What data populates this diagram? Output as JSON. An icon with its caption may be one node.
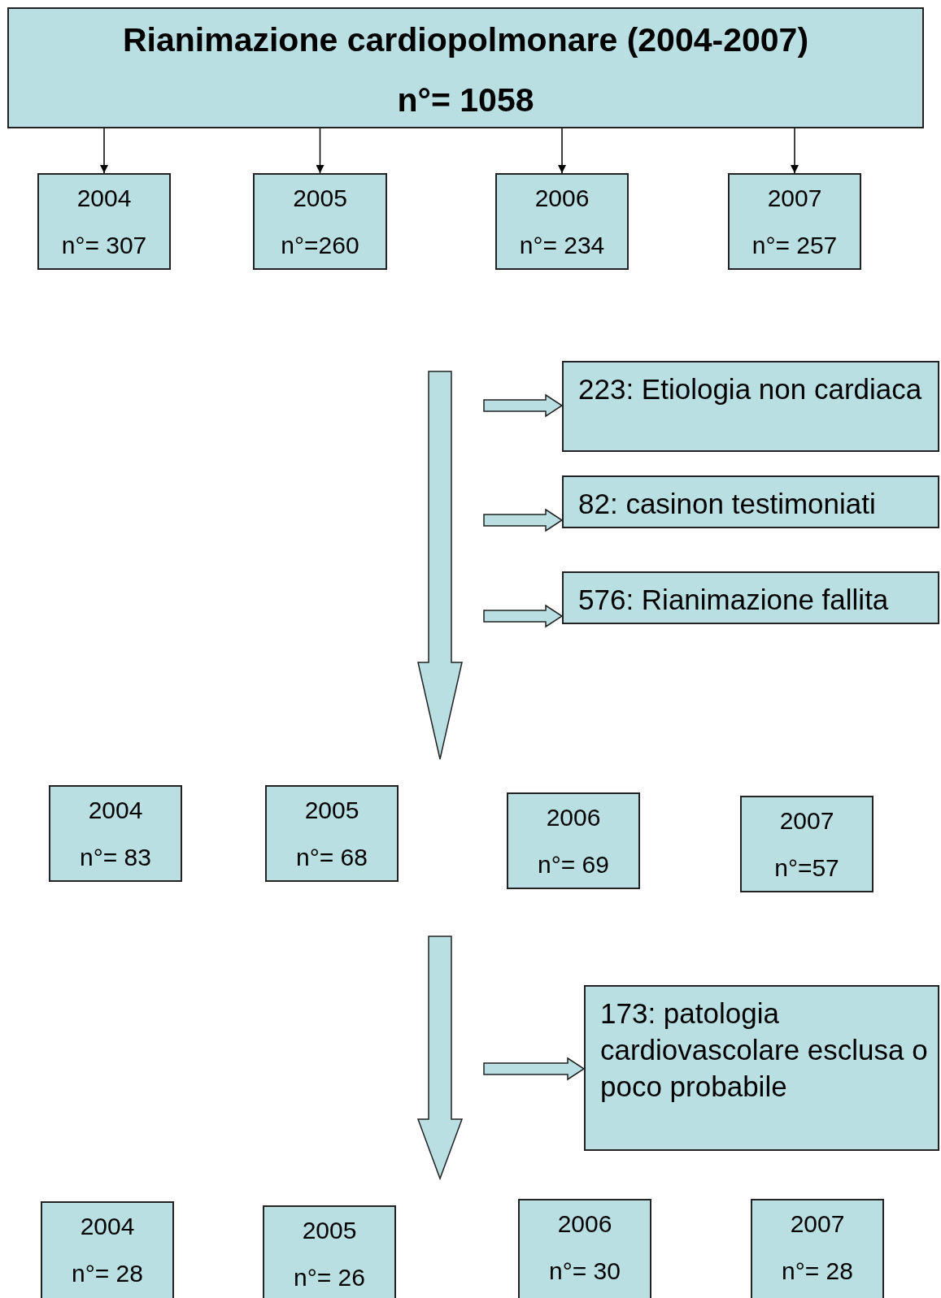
{
  "diagram": {
    "nodes": [
      {
        "text": [
          "Rianimazione cardiopolmonare (2004-2007)",
          "n°= 1058"
        ]
      },
      {
        "text": [
          "2004",
          "n°= 307"
        ]
      },
      {
        "text": [
          "2005",
          "n°=260"
        ]
      },
      {
        "text": [
          "2006",
          "n°= 234"
        ]
      },
      {
        "text": [
          "2007",
          "n°= 257"
        ]
      },
      {
        "text": [
          "223: Etiologia non cardiaca"
        ]
      },
      {
        "text": [
          "82: casinon testimoniati"
        ]
      },
      {
        "text": [
          "576: Rianimazione fallita"
        ]
      },
      {
        "text": [
          "2004",
          "n°= 83"
        ]
      },
      {
        "text": [
          "2005",
          "n°= 68"
        ]
      },
      {
        "text": [
          "2006",
          "n°= 69"
        ]
      },
      {
        "text": [
          "2007",
          "n°=57"
        ]
      },
      {
        "text": [
          "173: patologia cardiovascolare esclusa o poco probabile"
        ]
      },
      {
        "text": [
          "2004",
          "n°= 28"
        ]
      },
      {
        "text": [
          "2005",
          "n°= 26"
        ]
      },
      {
        "text": [
          "2006",
          "n°= 30"
        ]
      },
      {
        "text": [
          "2007",
          "n°= 28"
        ]
      }
    ],
    "edges": [
      {
        "from": 0,
        "to": 1,
        "arrow": "to"
      },
      {
        "from": 0,
        "to": 2,
        "arrow": "to"
      },
      {
        "from": 0,
        "to": 3,
        "arrow": "to"
      },
      {
        "from": 0,
        "to": 4,
        "arrow": "to"
      },
      {
        "from": null,
        "to": 5,
        "arrow": "to",
        "style": "thick"
      },
      {
        "from": null,
        "to": 6,
        "arrow": "to",
        "style": "thick"
      },
      {
        "from": null,
        "to": 7,
        "arrow": "to",
        "style": "thick"
      },
      {
        "from": null,
        "to": 12,
        "arrow": "to",
        "style": "thick"
      }
    ]
  }
}
